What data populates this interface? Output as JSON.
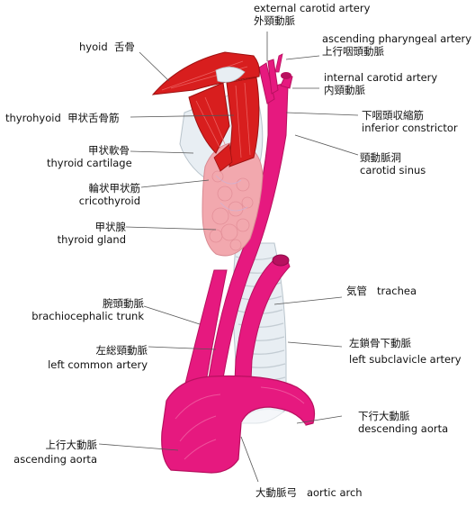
{
  "colors": {
    "aorta": "#e6197f",
    "aorta_dark": "#b8105f",
    "muscle": "#d81e1e",
    "thyroid": "#f2a8ae",
    "cartilage": "#e8eef3",
    "line": "#555555"
  },
  "labels": {
    "external_carotid": {
      "en": "external carotid artery",
      "ja": "外頸動脈"
    },
    "hyoid": {
      "en": "hyoid",
      "ja": "舌骨"
    },
    "ascending_pharyngeal": {
      "en": "ascending pharyngeal artery",
      "ja": "上行咽頭動脈"
    },
    "internal_carotid": {
      "en": "internal carotid artery",
      "ja": "内頸動脈"
    },
    "thyrohyoid": {
      "en": "thyrohyoid",
      "ja": "甲状舌骨筋"
    },
    "inferior_constrictor": {
      "en": "inferior constrictor",
      "ja": "下咽頭収縮筋"
    },
    "thyroid_cartilage": {
      "en": "thyroid cartilage",
      "ja": "甲状軟骨"
    },
    "carotid_sinus": {
      "en": "carotid sinus",
      "ja": "頸動脈洞"
    },
    "cricothyroid": {
      "en": "cricothyroid",
      "ja": "輪状甲状筋"
    },
    "thyroid_gland": {
      "en": "thyroid gland",
      "ja": "甲状腺"
    },
    "trachea": {
      "en": "trachea",
      "ja": "気管"
    },
    "brachiocephalic": {
      "en": "brachiocephalic trunk",
      "ja": "腕頭動脈"
    },
    "left_subclavicle": {
      "en": "left subclavicle artery",
      "ja": "左鎖骨下動脈"
    },
    "left_common": {
      "en": "left common artery",
      "ja": "左総頸動脈"
    },
    "descending_aorta": {
      "en": "descending aorta",
      "ja": "下行大動脈"
    },
    "ascending_aorta": {
      "en": "ascending aorta",
      "ja": "上行大動脈"
    },
    "aortic_arch": {
      "en": "aortic arch",
      "ja": "大動脈弓"
    }
  }
}
